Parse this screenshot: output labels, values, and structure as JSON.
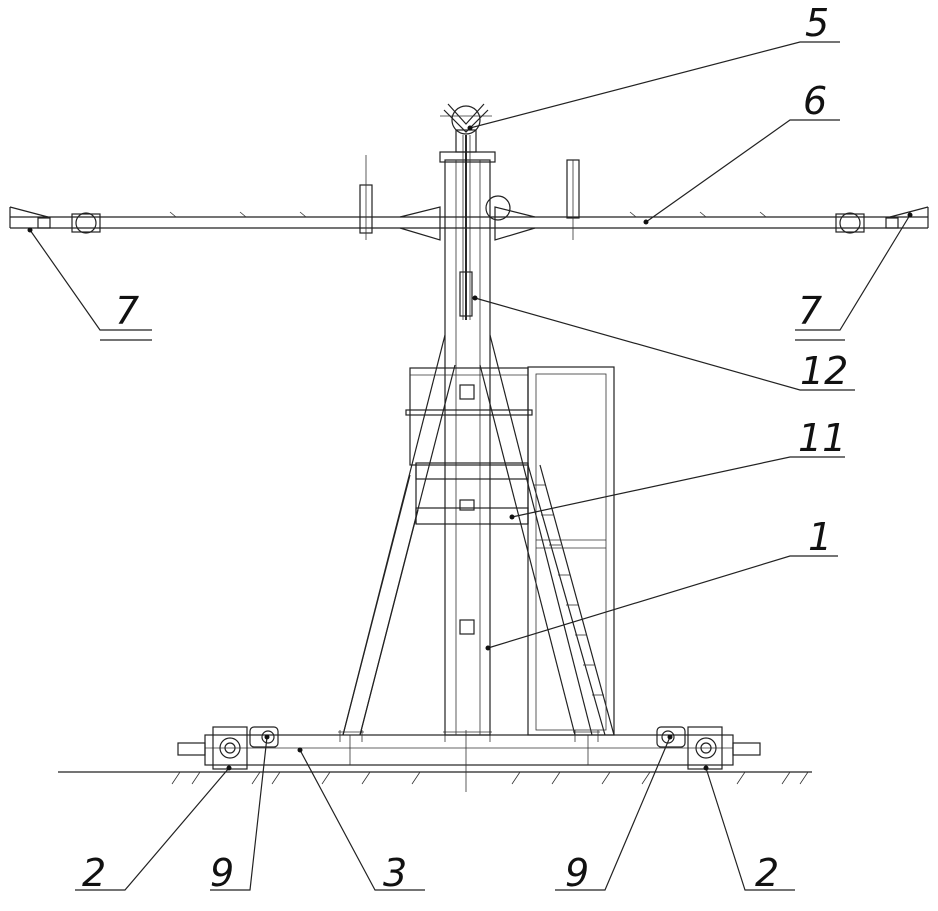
{
  "callouts": [
    {
      "id": "c5",
      "label": "5"
    },
    {
      "id": "c6",
      "label": "6"
    },
    {
      "id": "c7l",
      "label": "7"
    },
    {
      "id": "c7r",
      "label": "7"
    },
    {
      "id": "c12",
      "label": "12"
    },
    {
      "id": "c11",
      "label": "11"
    },
    {
      "id": "c1",
      "label": "1"
    },
    {
      "id": "c2l",
      "label": "2"
    },
    {
      "id": "c9l",
      "label": "9"
    },
    {
      "id": "c3",
      "label": "3"
    },
    {
      "id": "c9r",
      "label": "9"
    },
    {
      "id": "c2r",
      "label": "2"
    }
  ]
}
